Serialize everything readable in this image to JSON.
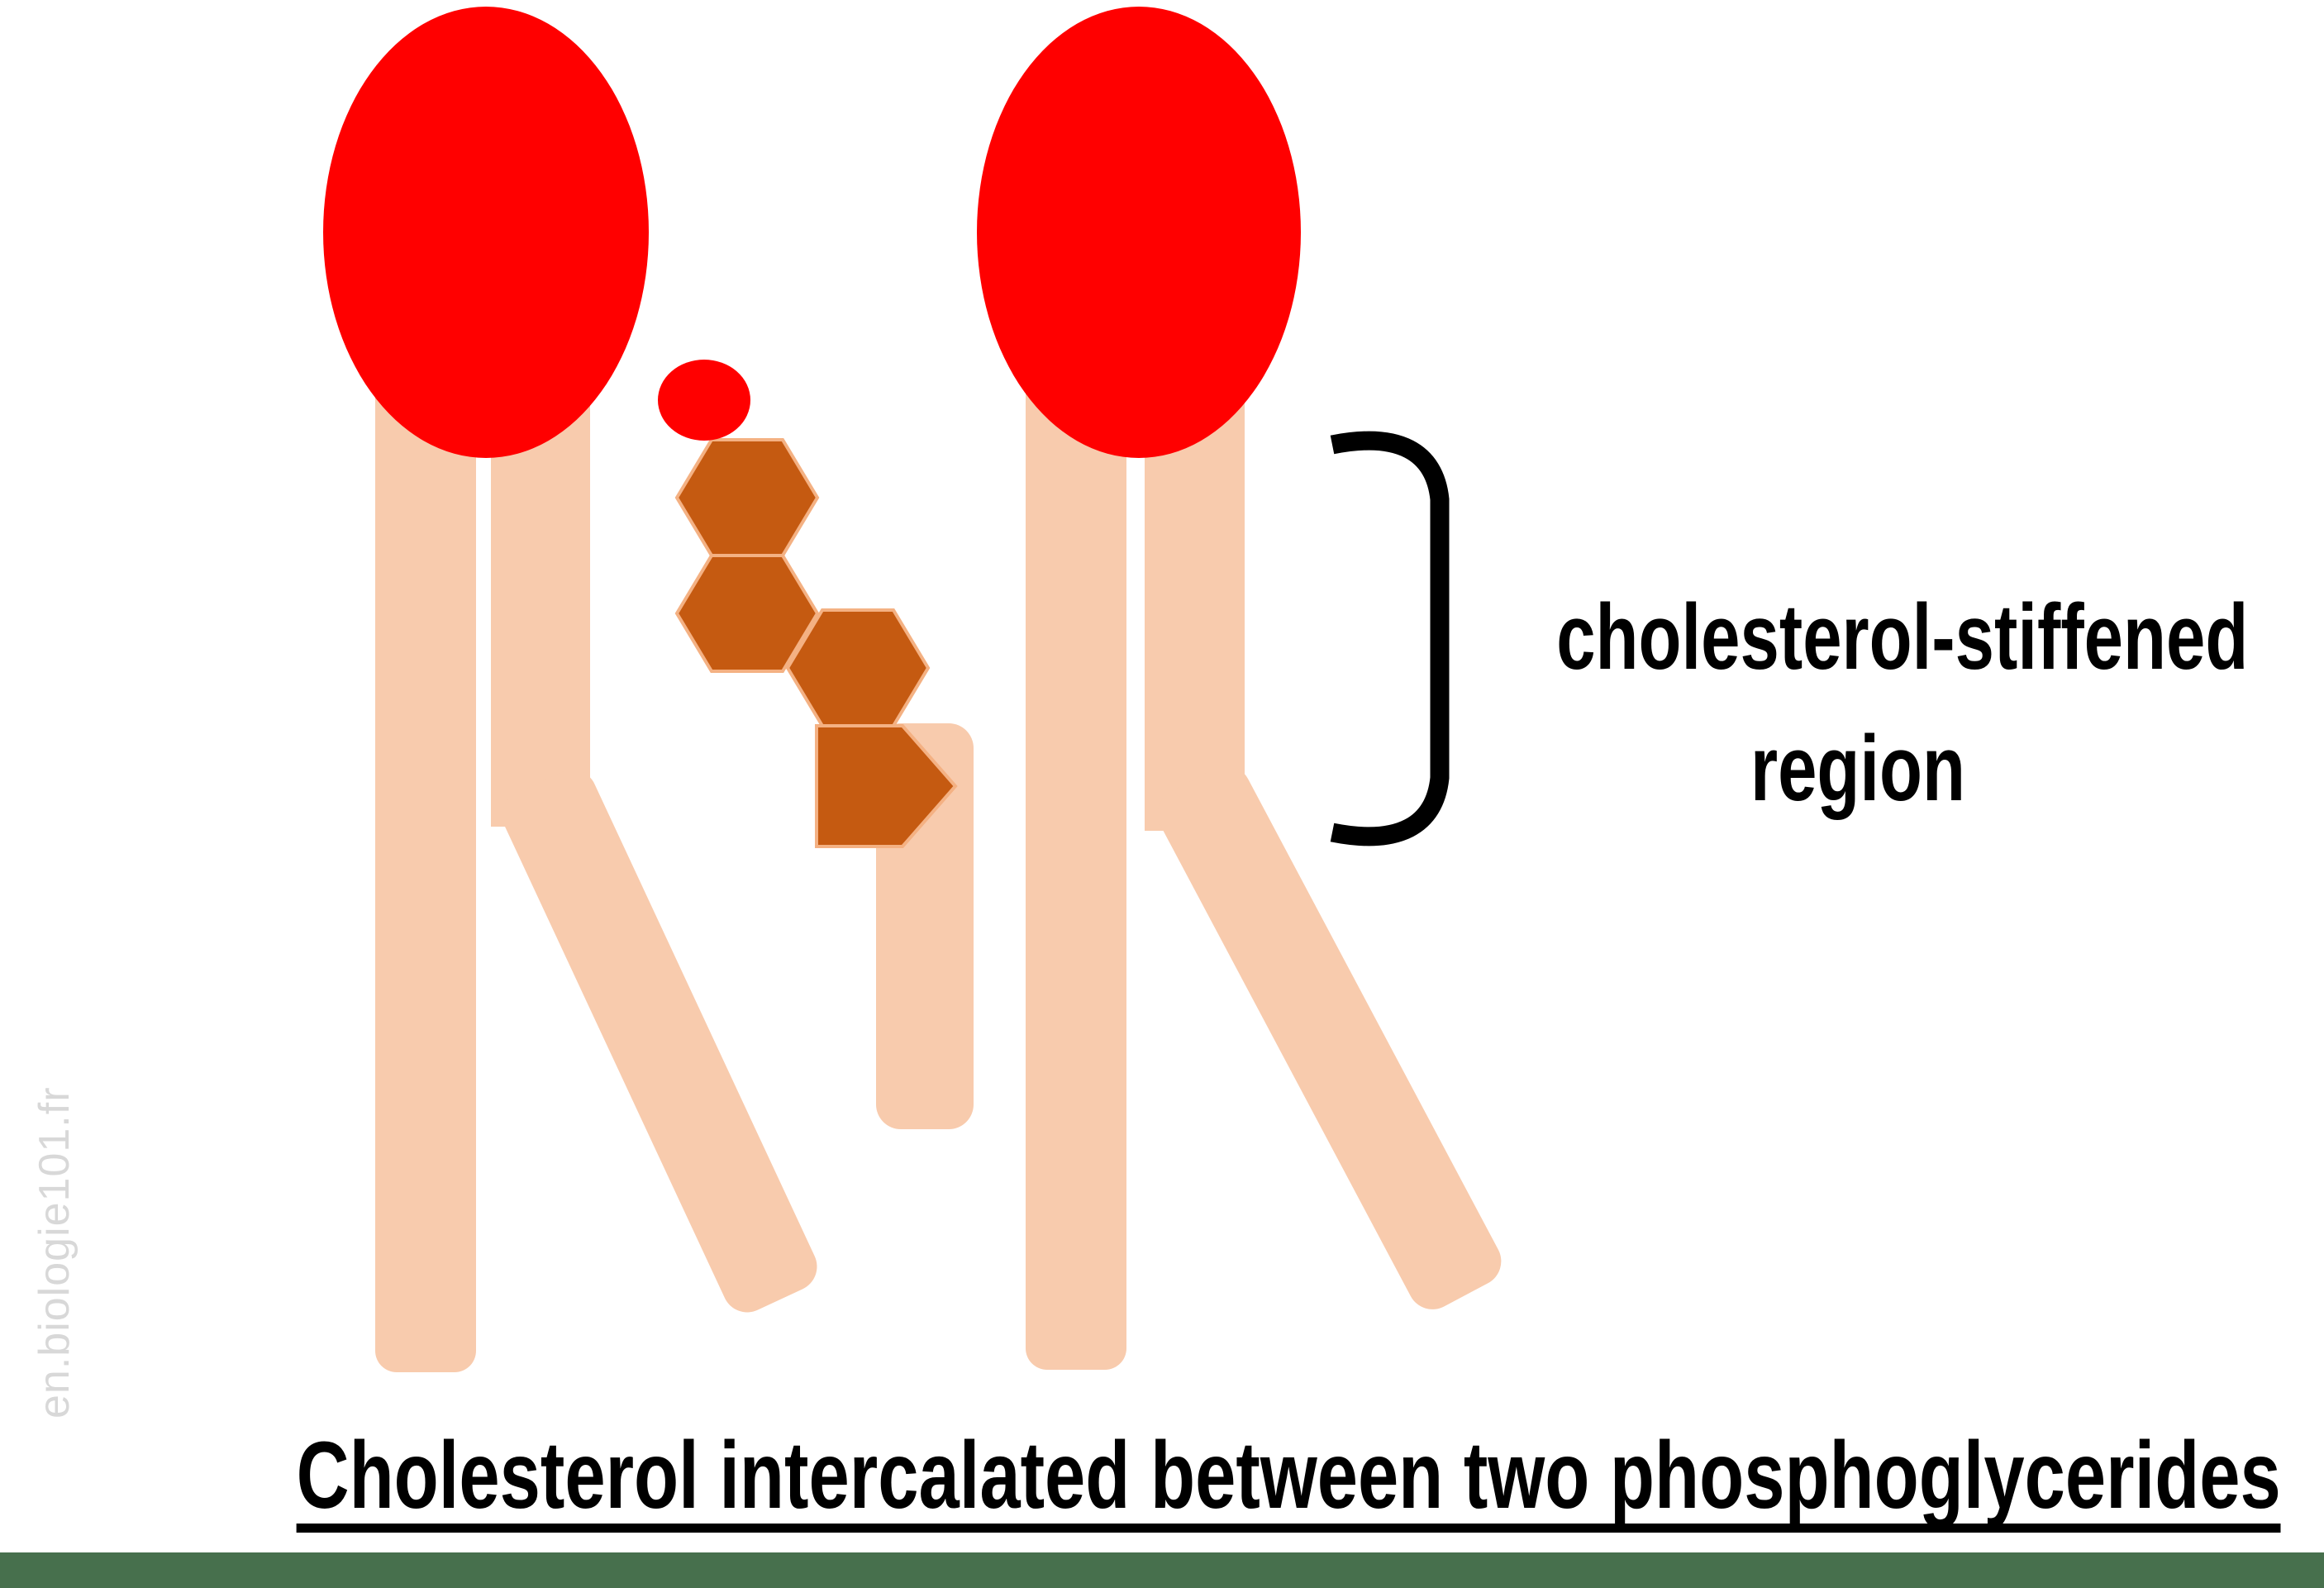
{
  "title": {
    "text": "Cholesterol intercalated between two phosphoglycerides",
    "color": "#000000"
  },
  "annotation": {
    "line1": "cholesterol-stiffened",
    "line2": "region",
    "color": "#000000"
  },
  "watermark": {
    "text": "en.biologie101.fr",
    "color": "#D8D8D8"
  },
  "colors": {
    "background": "#FFFFFF",
    "phospholipid_head_red": "#FF0000",
    "fatty_acid_tail_peach": "#F8CBAD",
    "cholesterol_ring_fill": "#C55A11",
    "cholesterol_ring_outline": "#F4B183",
    "bracket_black": "#000000",
    "title_underline_black": "#000000",
    "footer_bar_green": "#47704D"
  }
}
